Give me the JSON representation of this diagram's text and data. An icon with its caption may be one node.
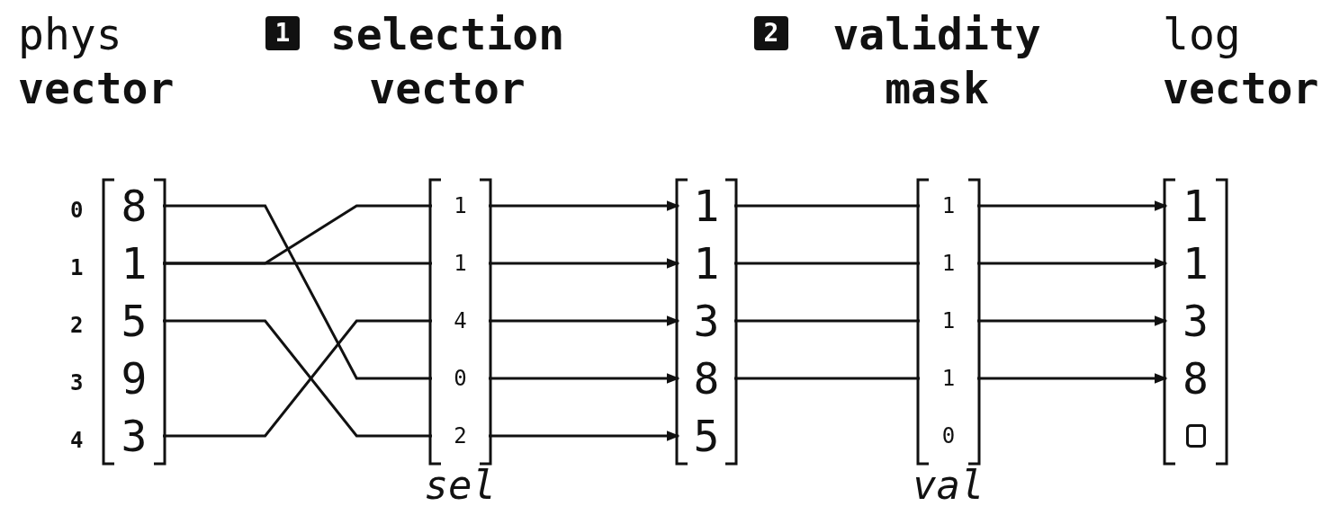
{
  "diagram": {
    "nodes": [
      {
        "text": [
          "phys **vector**"
        ]
      },
      {
        "text": [
          "8"
        ],
        "in": 0,
        "beside": [
          "0"
        ]
      },
      {
        "text": [
          "1"
        ],
        "in": 0,
        "beside": [
          "1"
        ]
      },
      {
        "text": [
          "5"
        ],
        "in": 0,
        "beside": [
          "2"
        ]
      },
      {
        "text": [
          "9"
        ],
        "in": 0,
        "beside": [
          "3"
        ]
      },
      {
        "text": [
          "3"
        ],
        "in": 0,
        "beside": [
          "4"
        ]
      },
      {
        "text": [
          "1",
          "selection vector"
        ],
        "beside": [
          "sel"
        ]
      },
      {
        "text": [
          "1"
        ],
        "in": 6
      },
      {
        "text": [
          "1"
        ],
        "in": 6
      },
      {
        "text": [
          "4"
        ],
        "in": 6
      },
      {
        "text": [
          "0"
        ],
        "in": 6
      },
      {
        "text": [
          "2"
        ],
        "in": 6
      },
      {
        "text": [],
        "shape": "box"
      },
      {
        "text": [
          "1"
        ],
        "in": 12
      },
      {
        "text": [
          "1"
        ],
        "in": 12
      },
      {
        "text": [
          "3"
        ],
        "in": 12
      },
      {
        "text": [
          "8"
        ],
        "in": 12
      },
      {
        "text": [
          "5"
        ],
        "in": 12
      },
      {
        "text": [
          "2",
          "validity mask"
        ],
        "beside": [
          "val"
        ]
      },
      {
        "text": [
          "1"
        ],
        "in": 18
      },
      {
        "text": [
          "1"
        ],
        "in": 18
      },
      {
        "text": [
          "1"
        ],
        "in": 18
      },
      {
        "text": [
          "1"
        ],
        "in": 18
      },
      {
        "text": [
          "0"
        ],
        "in": 18
      },
      {
        "text": [
          "log **vector**"
        ]
      },
      {
        "text": [
          "1"
        ],
        "in": 24
      },
      {
        "text": [
          "1"
        ],
        "in": 24
      },
      {
        "text": [
          "3"
        ],
        "in": 24
      },
      {
        "text": [
          "8"
        ],
        "in": 24
      },
      {
        "text": [],
        "shape": "box",
        "in": 24
      }
    ],
    "edges": [
      {
        "from": 2,
        "to": 7,
        "arrow": "none"
      },
      {
        "from": 2,
        "to": 8,
        "arrow": "none"
      },
      {
        "from": 5,
        "to": 9,
        "arrow": "none"
      },
      {
        "from": 1,
        "to": 10,
        "arrow": "none"
      },
      {
        "from": 3,
        "to": 11,
        "arrow": "none"
      },
      {
        "from": 7,
        "to": 13,
        "arrow": "to"
      },
      {
        "from": 8,
        "to": 14,
        "arrow": "to"
      },
      {
        "from": 9,
        "to": 15,
        "arrow": "to"
      },
      {
        "from": 10,
        "to": 16,
        "arrow": "to"
      },
      {
        "from": 11,
        "to": 17,
        "arrow": "to"
      },
      {
        "from": 13,
        "to": 19,
        "arrow": "none"
      },
      {
        "from": 14,
        "to": 20,
        "arrow": "none"
      },
      {
        "from": 15,
        "to": 21,
        "arrow": "none"
      },
      {
        "from": 16,
        "to": 22,
        "arrow": "none"
      },
      {
        "from": 19,
        "to": 25,
        "arrow": "to"
      },
      {
        "from": 20,
        "to": 26,
        "arrow": "to"
      },
      {
        "from": 21,
        "to": 27,
        "arrow": "to"
      },
      {
        "from": 22,
        "to": 28,
        "arrow": "to"
      }
    ]
  }
}
